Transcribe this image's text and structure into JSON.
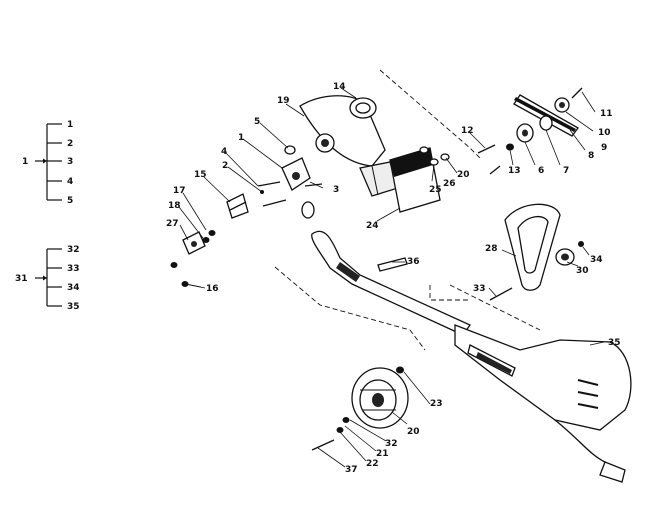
{
  "legend_groups": [
    {
      "root": "1",
      "items": [
        "1",
        "2",
        "3",
        "4",
        "5"
      ]
    },
    {
      "root": "31",
      "items": [
        "32",
        "33",
        "34",
        "35"
      ]
    }
  ],
  "callouts": [
    {
      "id": "c-1",
      "label": "1"
    },
    {
      "id": "c-2",
      "label": "2"
    },
    {
      "id": "c-3",
      "label": "3"
    },
    {
      "id": "c-4",
      "label": "4"
    },
    {
      "id": "c-5",
      "label": "5"
    },
    {
      "id": "c-6",
      "label": "6"
    },
    {
      "id": "c-7",
      "label": "7"
    },
    {
      "id": "c-8",
      "label": "8"
    },
    {
      "id": "c-9",
      "label": "9"
    },
    {
      "id": "c-10",
      "label": "10"
    },
    {
      "id": "c-11",
      "label": "11"
    },
    {
      "id": "c-12",
      "label": "12"
    },
    {
      "id": "c-13",
      "label": "13"
    },
    {
      "id": "c-14",
      "label": "14"
    },
    {
      "id": "c-15",
      "label": "15"
    },
    {
      "id": "c-16",
      "label": "16"
    },
    {
      "id": "c-17",
      "label": "17"
    },
    {
      "id": "c-18",
      "label": "18"
    },
    {
      "id": "c-19",
      "label": "19"
    },
    {
      "id": "c-20a",
      "label": "20"
    },
    {
      "id": "c-20b",
      "label": "20"
    },
    {
      "id": "c-21",
      "label": "21"
    },
    {
      "id": "c-22",
      "label": "22"
    },
    {
      "id": "c-23",
      "label": "23"
    },
    {
      "id": "c-24",
      "label": "24"
    },
    {
      "id": "c-25",
      "label": "25"
    },
    {
      "id": "c-26",
      "label": "26"
    },
    {
      "id": "c-27",
      "label": "27"
    },
    {
      "id": "c-28",
      "label": "28"
    },
    {
      "id": "c-30",
      "label": "30"
    },
    {
      "id": "c-32",
      "label": "32"
    },
    {
      "id": "c-33",
      "label": "33"
    },
    {
      "id": "c-34",
      "label": "34"
    },
    {
      "id": "c-35",
      "label": "35"
    },
    {
      "id": "c-36",
      "label": "36"
    },
    {
      "id": "c-37",
      "label": "37"
    }
  ]
}
